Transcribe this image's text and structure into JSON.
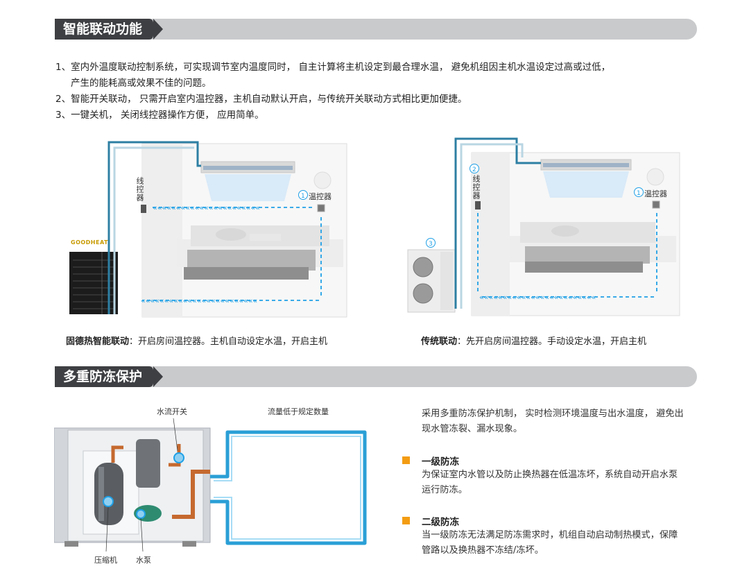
{
  "section1": {
    "title": "智能联动功能",
    "items": [
      "1、室内外温度联动控制系统，可实现调节室内温度同时， 自主计算将主机设定到最合理水温， 避免机组因主机水温设定过高或过低，",
      "产生的能耗高或效果不佳的问题。",
      "2、智能开关联动， 只需开启室内温控器，主机自动默认开启，与传统开关联动方式相比更加便捷。",
      "3、一键关机， 关闭线控器操作方便， 应用简单。"
    ],
    "left_diagram": {
      "controller_label": "线控器",
      "thermostat_label": "温控器",
      "brand": "GOODHEAT",
      "badge1": "1",
      "caption_bold": "固德热智能联动",
      "caption_text": "：开启房间温控器。主机自动设定水温，开启主机"
    },
    "right_diagram": {
      "controller_label": "线控器",
      "thermostat_label": "温控器",
      "badge1": "1",
      "badge2": "2",
      "badge3": "3",
      "caption_bold": "传统联动",
      "caption_text": "：先开启房间温控器。手动设定水温，开启主机"
    }
  },
  "section2": {
    "title": "多重防冻保护",
    "diagram": {
      "flow_switch": "水流开关",
      "flow_low": "流量低于规定数量",
      "compressor": "压缩机",
      "pump": "水泵"
    },
    "intro": [
      "采用多重防冻保护机制， 实时检测环境温度与出水温度， 避免出",
      "现水管冻裂、漏水现象。"
    ],
    "level1": {
      "title": "一级防冻",
      "lines": [
        "为保证室内水管以及防止换热器在低温冻坏，系统自动开启水泵",
        "运行防冻。"
      ]
    },
    "level2": {
      "title": "二级防冻",
      "lines": [
        "当一级防冻无法满足防冻需求时，机组自动启动制热模式，保障",
        "管路以及换热器不冻结/冻坏。"
      ]
    }
  },
  "colors": {
    "accent": "#f39c12",
    "pipe": "#2a9fd6",
    "header": "#3d3f42",
    "bar": "#c9cacc"
  }
}
